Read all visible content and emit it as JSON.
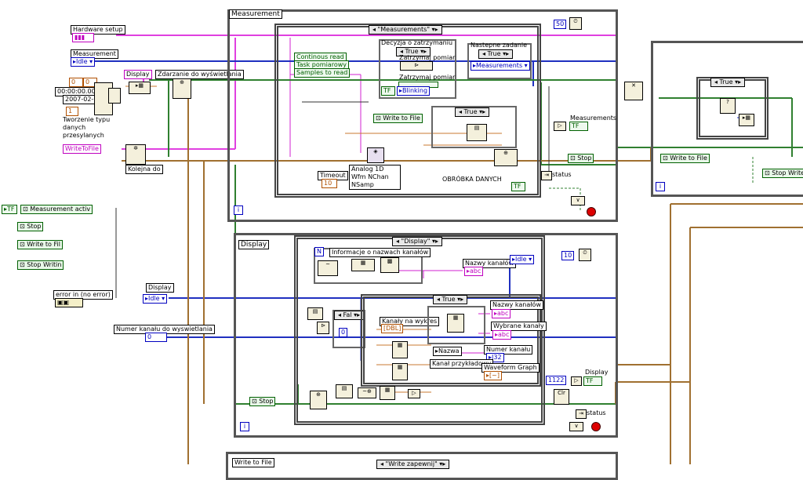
{
  "colors": {
    "pink_wire": "#e040e0",
    "blue_wire": "#2030c0",
    "green_wire": "#308030",
    "orange_wire": "#c87830",
    "brown_wire": "#806020",
    "frame": "#555555"
  },
  "left": {
    "hardware_setup": "Hardware setup",
    "measurement": "Measurement",
    "measurement_value": "▸Idle ▾",
    "time_value": "00:00:00.000",
    "date_value": "2007-02-02",
    "num0": "0",
    "num1": "1",
    "tworzenie": "Tworzenie typu danych przesylanych",
    "display": "Display",
    "zdarzanie": "Zdarzanie do wyświetlania",
    "writetofile": "WriteToFile",
    "kolejna": "Kolejna do",
    "meas_active": "Measurement activ",
    "stop": "Stop",
    "write_to_file": "Write to Fil",
    "stop_writing": "Stop Writin",
    "error_in": "error in (no error)",
    "display2": "Display",
    "display2_value": "▸Idle ▾",
    "numer_kanalu": "Numer kanału do wyswietlania",
    "numer_value": "0"
  },
  "measurement": {
    "title": "Measurement",
    "case_label": "◂ \"Measurements\" ▾▸",
    "iter_count": "50",
    "continous_read": "Continous read",
    "task_pomiarowy": "Task pomiarowy",
    "samples_to_read": "Samples to read",
    "decyzja": "Decyzja o zatrzymaniu",
    "true1": "◂ True ▾▸",
    "zatrzymaj1": "Zatrzymaj pomiar",
    "zatrzymaj2": "Zatrzymaj pomiar",
    "blinking": "Blinking",
    "nastepne": "Nastepne zadanie",
    "true2": "◂ True ▾▸",
    "measurements_ring": "▸Measurements ▾",
    "write_to_file": "Write to File",
    "true3": "◂ True ▾▸",
    "timeout": "Timeout",
    "timeout_value": "10",
    "analog": "Analog 1D Wfm NChan NSamp",
    "obrobka": "OBRÓBKA DANYCH",
    "measurements_ind": "Measurements",
    "stop": "Stop",
    "status": "status",
    "iter_i": "i"
  },
  "right": {
    "true": "◂ True ▾▸",
    "write_to_file": "Write to File",
    "stop_write": "Stop Write",
    "iter_i": "i"
  },
  "display": {
    "title": "Display",
    "case_label": "◂ \"Display\" ▾▸",
    "iter_count": "10",
    "informacje": "Informacje o nazwach kanałów",
    "nazwy_kanalow": "Nazwy kanałów",
    "idle": "▸Idle ▾",
    "false": "◂ Fal ▾▸",
    "true": "◂ True ▾▸",
    "kanaly_na_wykres": "Kanały na wykres",
    "nazwy_kanalow2": "Nazwy kanałów",
    "wybrane_kanaly": "Wybrane kanały",
    "nazwa": "Nazwa",
    "numer_kanalu": "Numer kanału",
    "kanal_przykladowy": "Kanał przykładowy",
    "waveform_graph": "Waveform Graph",
    "value_0": "0",
    "value_1122": "1122",
    "display_ind": "Display",
    "status": "status",
    "stop": "Stop",
    "iter_i": "i"
  },
  "bottom": {
    "write_to_file": "Write to File",
    "case_label": "◂ \"Write zapewnij\" ▾▸"
  }
}
